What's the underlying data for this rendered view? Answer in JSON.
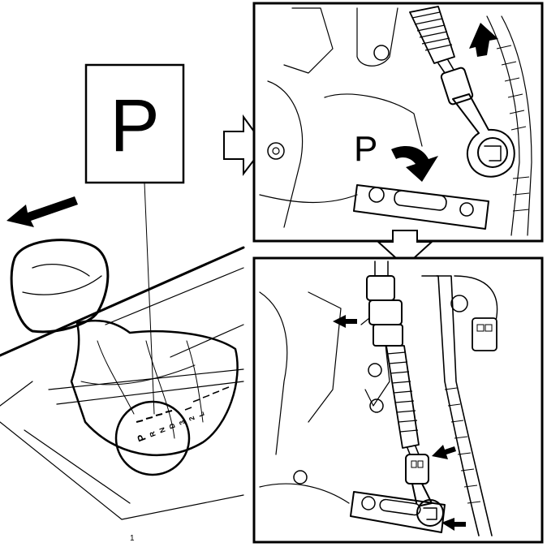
{
  "callout_label": "P",
  "top_panel_label": "P",
  "gate_letters": [
    "P",
    "R",
    "N",
    "D",
    "3",
    "2",
    "L"
  ],
  "figure_id": "1",
  "colors": {
    "ink": "#000000",
    "paper": "#ffffff",
    "shade": "#d9d9d9"
  }
}
